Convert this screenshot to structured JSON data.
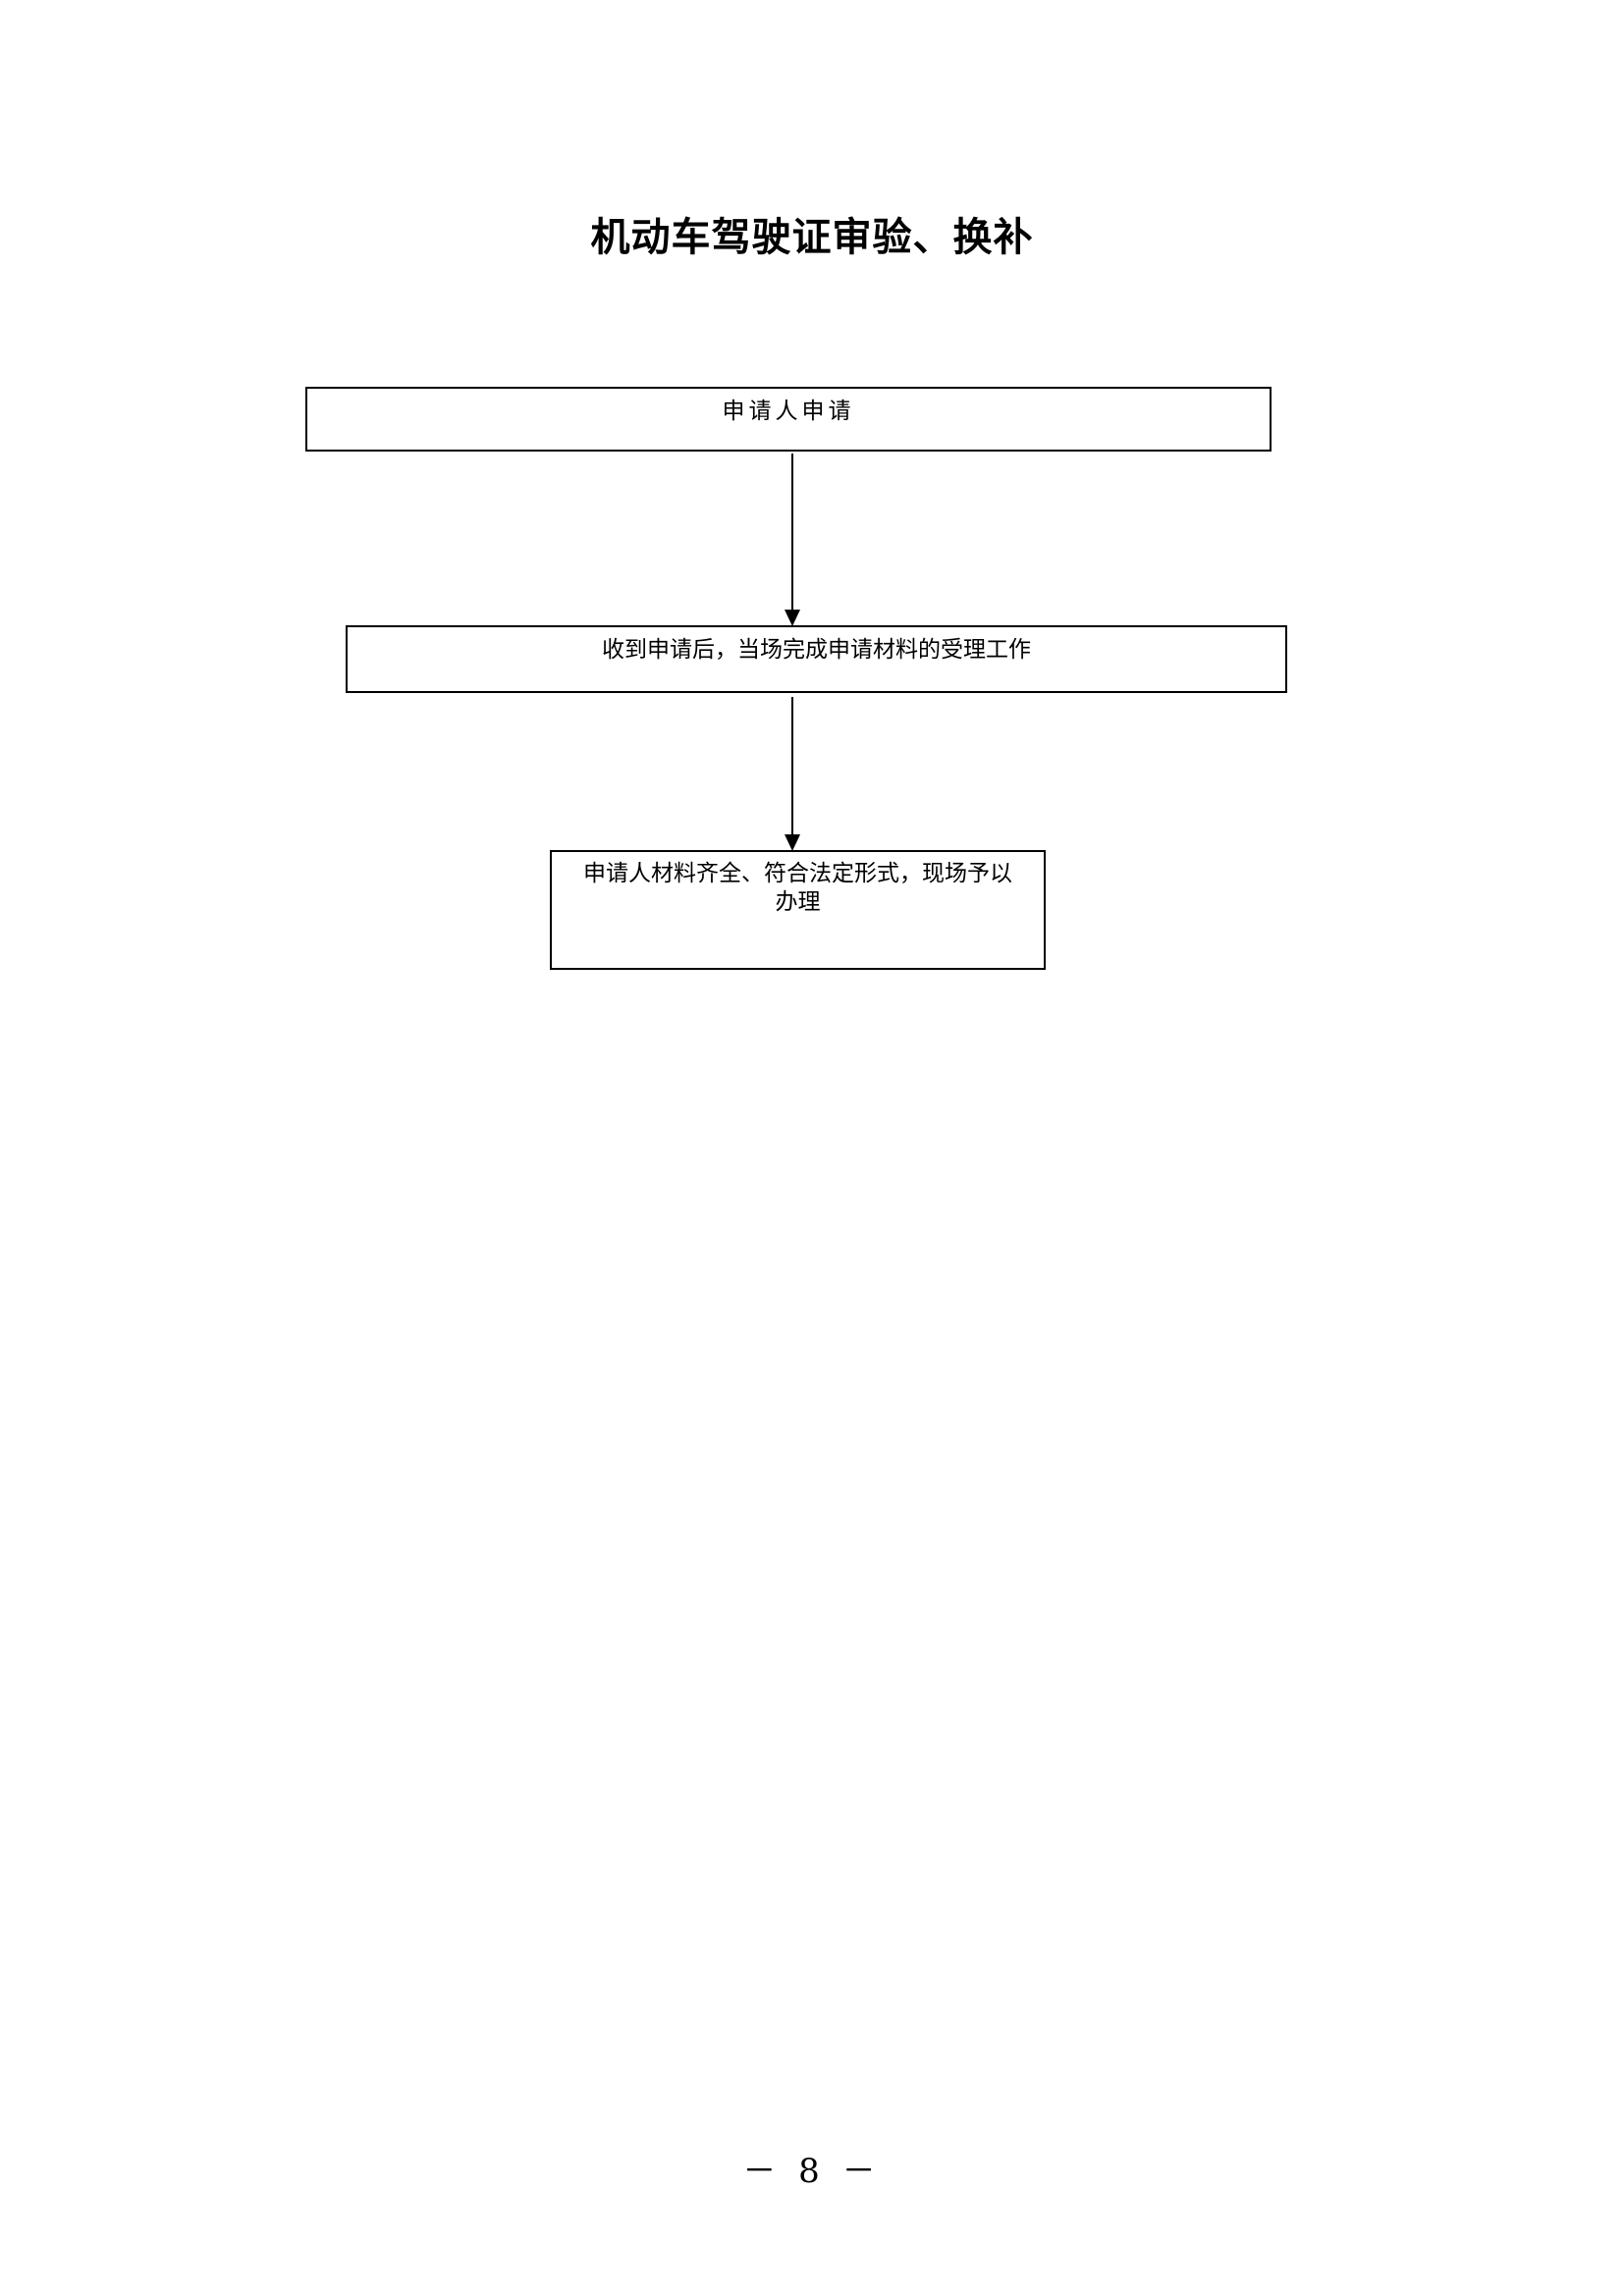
{
  "document": {
    "title": "机动车驾驶证审验、换补",
    "page_number": "－ 8 －"
  },
  "flowchart": {
    "steps": [
      {
        "label": "申请人申请"
      },
      {
        "label": "收到申请后，当场完成申请材料的受理工作"
      },
      {
        "label": "申请人材料齐全、符合法定形式，现场予以办理"
      }
    ],
    "colors": {
      "line": "#000000",
      "box_border": "#000000",
      "background": "#ffffff"
    }
  }
}
